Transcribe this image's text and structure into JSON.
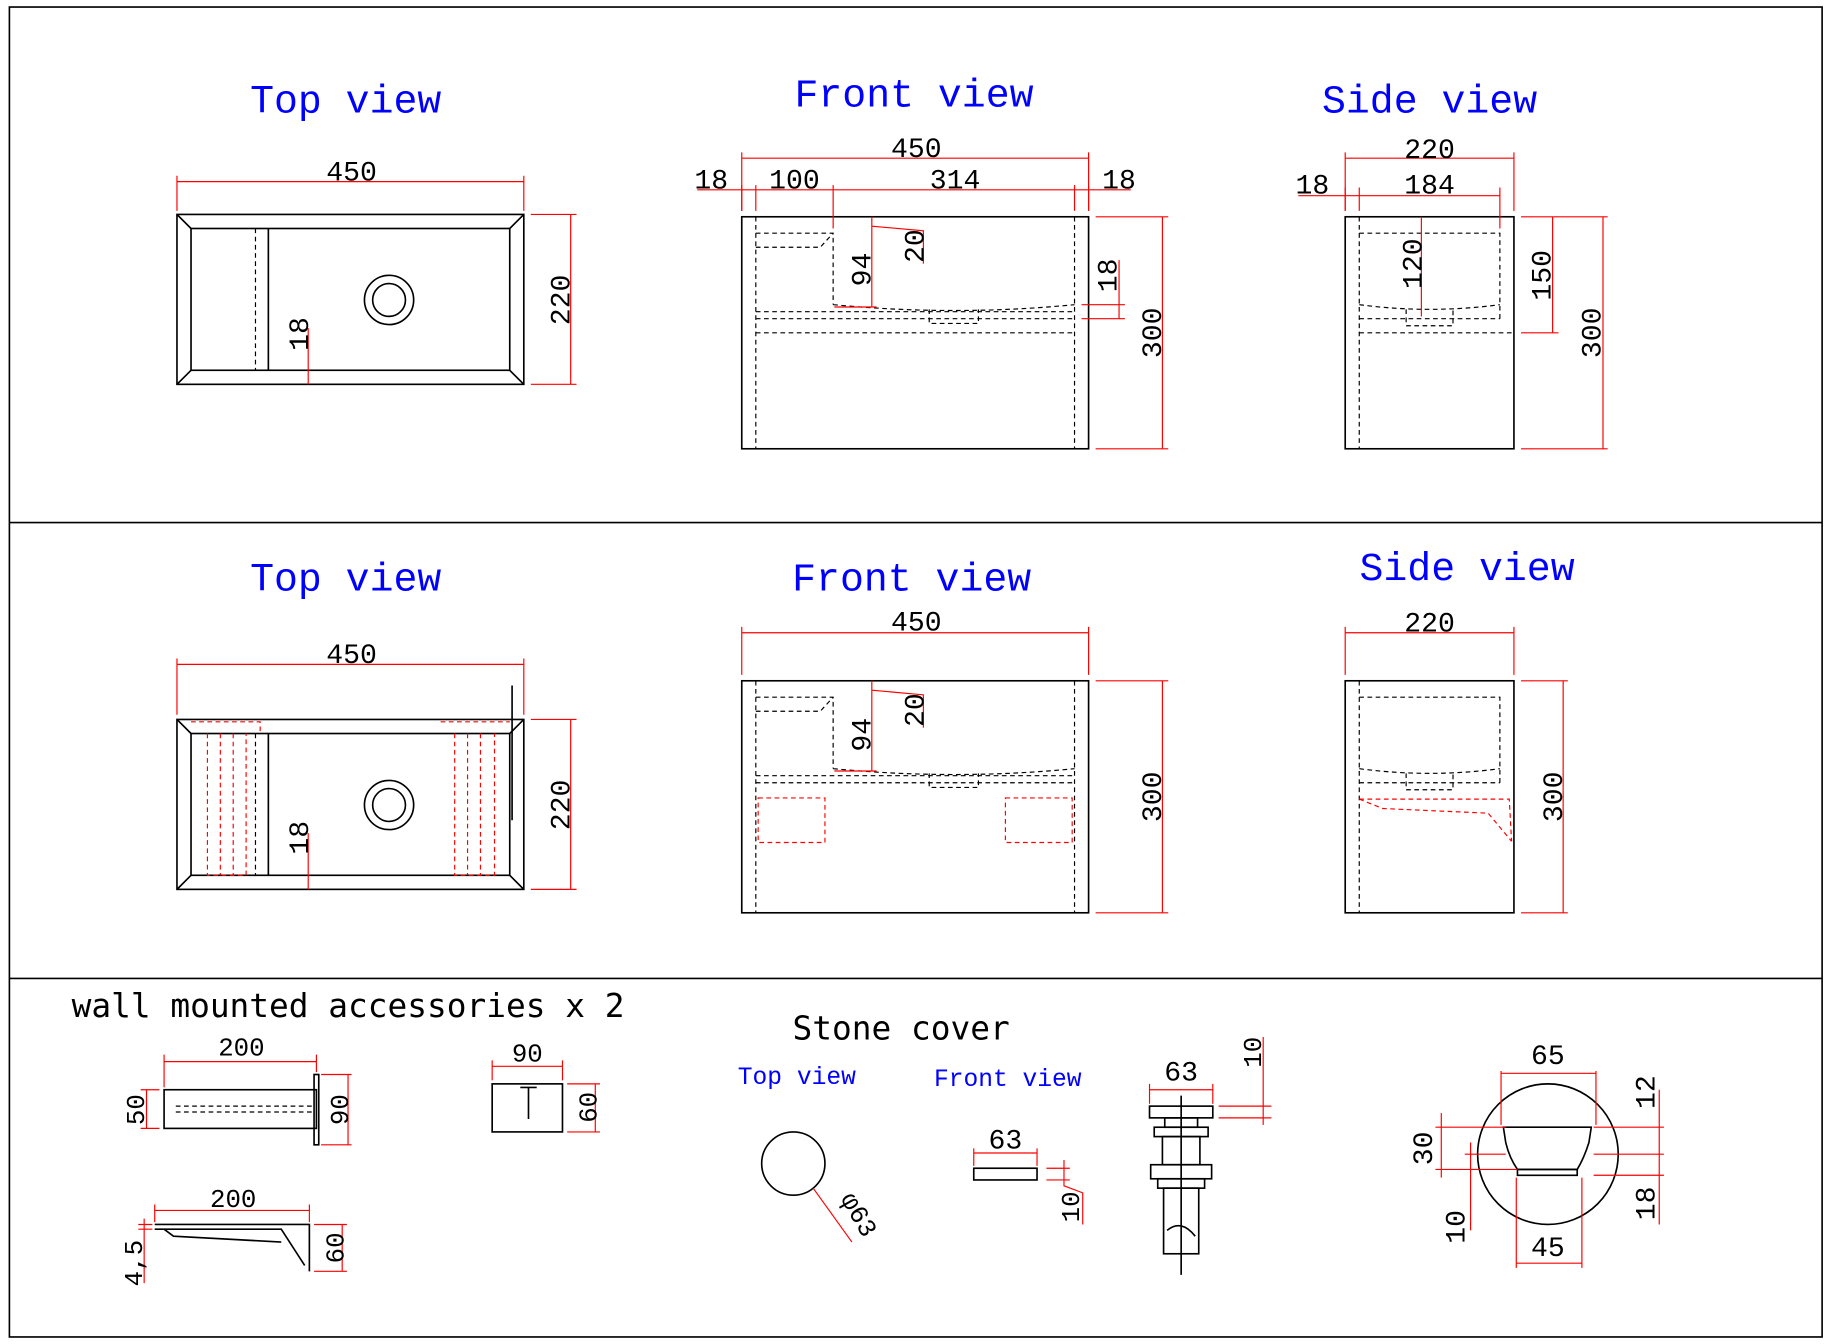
{
  "row1": {
    "top_view": {
      "title": "Top view",
      "dims": [
        "450",
        "220",
        "18"
      ]
    },
    "front_view": {
      "title": "Front view",
      "dims": [
        "450",
        "18",
        "100",
        "314",
        "18",
        "94",
        "20",
        "18",
        "300"
      ]
    },
    "side_view": {
      "title": "Side view",
      "dims": [
        "220",
        "18",
        "184",
        "120",
        "150",
        "300"
      ]
    }
  },
  "row2": {
    "top_view": {
      "title": "Top view",
      "dims": [
        "450",
        "220",
        "18"
      ]
    },
    "front_view": {
      "title": "Front view",
      "dims": [
        "450",
        "94",
        "20",
        "300"
      ]
    },
    "side_view": {
      "title": "Side view",
      "dims": [
        "220",
        "300"
      ]
    }
  },
  "accessories": {
    "title": "wall mounted accessories x 2",
    "dims": [
      "200",
      "50",
      "90",
      "90",
      "60",
      "200",
      "4,5",
      "60"
    ]
  },
  "stone_cover": {
    "title": "Stone cover",
    "top_view_label": "Top view",
    "front_view_label": "Front view",
    "top_dims": [
      "φ63"
    ],
    "front_dims": [
      "63",
      "10"
    ],
    "drain_dims": [
      "63",
      "10"
    ],
    "section_dims": [
      "65",
      "45",
      "12",
      "30",
      "10",
      "18"
    ]
  },
  "colors": {
    "title": "#0000ff",
    "dimension": "#ff0000",
    "line": "#000000"
  }
}
